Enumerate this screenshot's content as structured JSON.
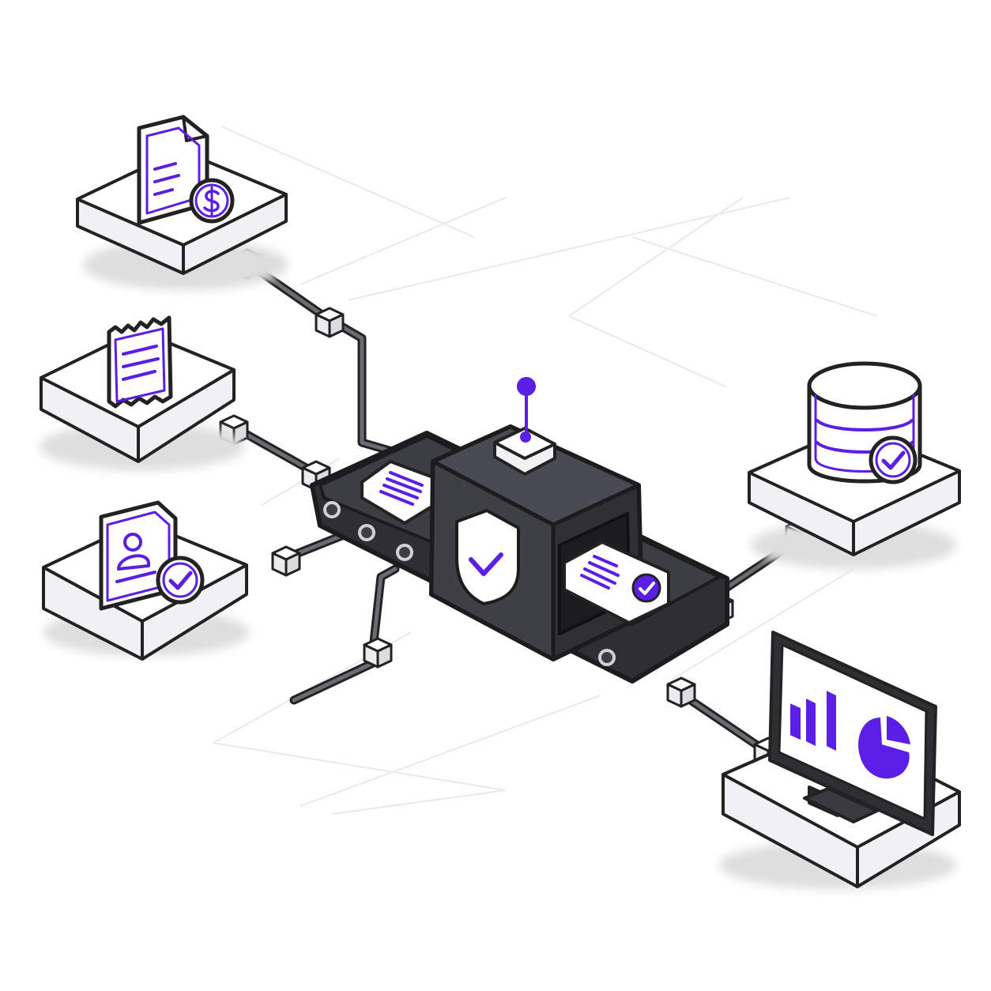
{
  "diagram": {
    "type": "isometric-data-pipeline-illustration",
    "colors": {
      "accent": "#5b1ee6",
      "outline": "#222222",
      "machine": "#3b3b40",
      "belt": "#2e2e33",
      "tile_top": "#ffffff",
      "tile_side": "#f1f1f3",
      "tile_shadow": "#dedede",
      "grid": "#e9e9ee"
    },
    "inputs": [
      {
        "id": "invoice",
        "icon": "invoice-dollar-icon"
      },
      {
        "id": "receipt",
        "icon": "receipt-icon"
      },
      {
        "id": "identity",
        "icon": "id-document-check-icon"
      }
    ],
    "processor": {
      "icon": "shield-check-icon",
      "sensor": "antenna-sensor-icon",
      "conveyor": "conveyor-belt-icon",
      "documents_in": "document-lines-icon",
      "documents_out": "document-verified-icon"
    },
    "outputs": [
      {
        "id": "database",
        "icon": "database-check-icon"
      },
      {
        "id": "dashboard",
        "icon": "monitor-chart-icon"
      }
    ]
  }
}
